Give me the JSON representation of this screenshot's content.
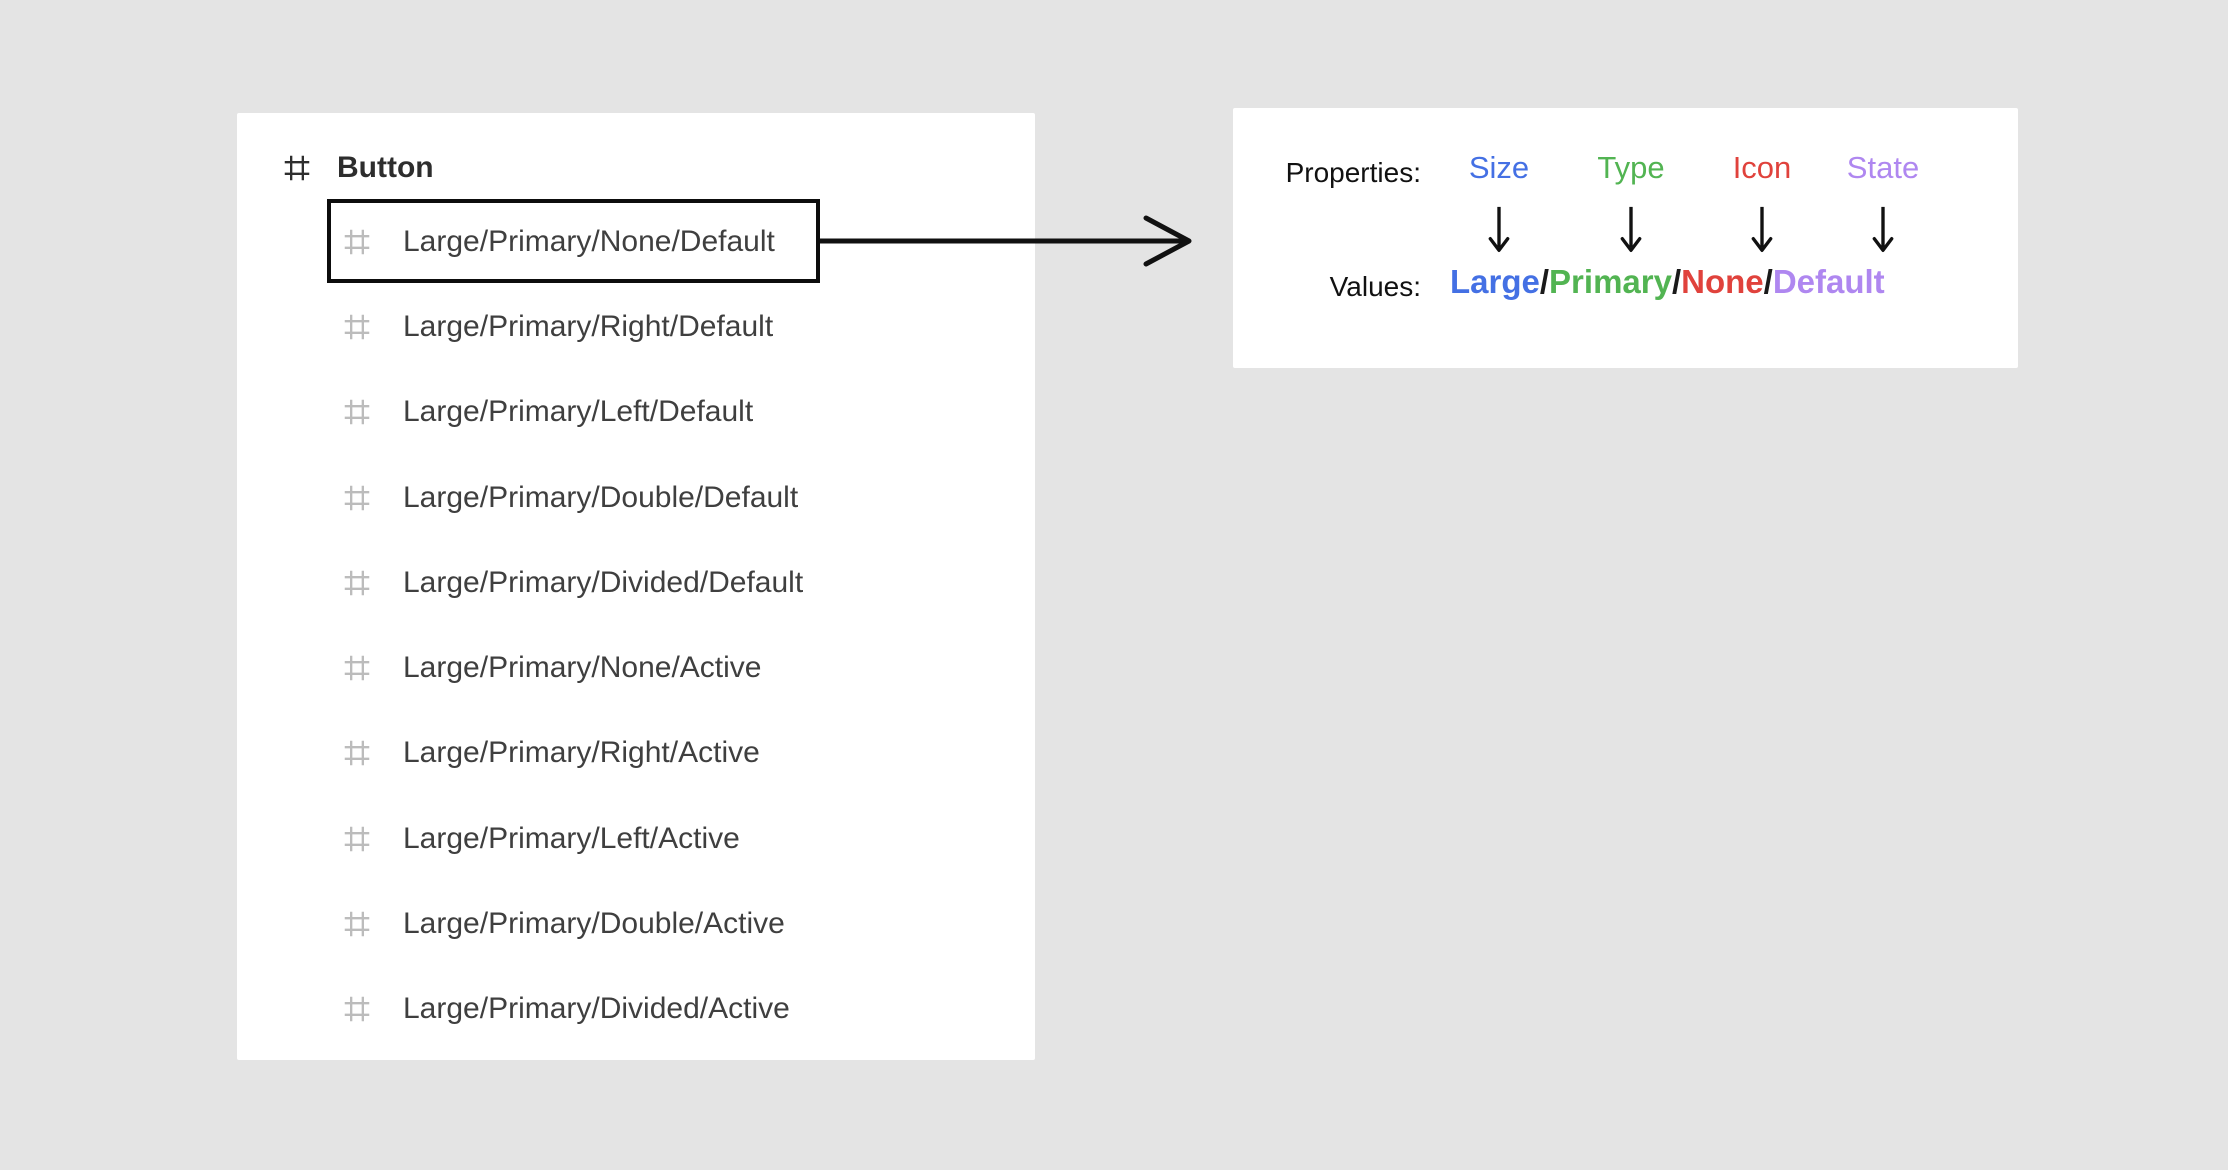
{
  "colors": {
    "background": "#e4e4e4",
    "panel": "#ffffff",
    "selection_border": "#0d0d0d",
    "connector_arrow": "#111111",
    "header_text": "#2d2d2d",
    "row_text": "#3f3f3f",
    "row_icon": "#bcbcbc",
    "header_icon": "#2e2e2e",
    "label_text": "#111111",
    "slash": "#1a1a1a"
  },
  "layers_panel": {
    "header": {
      "label": "Button",
      "icon": "frame-icon"
    },
    "items": [
      {
        "label": "Large/Primary/None/Default",
        "icon": "frame-icon",
        "selected": true
      },
      {
        "label": "Large/Primary/Right/Default",
        "icon": "frame-icon",
        "selected": false
      },
      {
        "label": "Large/Primary/Left/Default",
        "icon": "frame-icon",
        "selected": false
      },
      {
        "label": "Large/Primary/Double/Default",
        "icon": "frame-icon",
        "selected": false
      },
      {
        "label": "Large/Primary/Divided/Default",
        "icon": "frame-icon",
        "selected": false
      },
      {
        "label": "Large/Primary/None/Active",
        "icon": "frame-icon",
        "selected": false
      },
      {
        "label": "Large/Primary/Right/Active",
        "icon": "frame-icon",
        "selected": false
      },
      {
        "label": "Large/Primary/Left/Active",
        "icon": "frame-icon",
        "selected": false
      },
      {
        "label": "Large/Primary/Double/Active",
        "icon": "frame-icon",
        "selected": false
      },
      {
        "label": "Large/Primary/Divided/Active",
        "icon": "frame-icon",
        "selected": false
      }
    ]
  },
  "connector": {
    "icon": "right-arrow-icon"
  },
  "annotation_panel": {
    "properties_label": "Properties:",
    "values_label": "Values:",
    "separator": "/",
    "arrow_icon": "down-arrow-icon",
    "properties": [
      {
        "name": "Size",
        "value": "Large",
        "color": "#4470e4"
      },
      {
        "name": "Type",
        "value": "Primary",
        "color": "#52b452"
      },
      {
        "name": "Icon",
        "value": "None",
        "color": "#e0423c"
      },
      {
        "name": "State",
        "value": "Default",
        "color": "#af87f0"
      }
    ]
  }
}
